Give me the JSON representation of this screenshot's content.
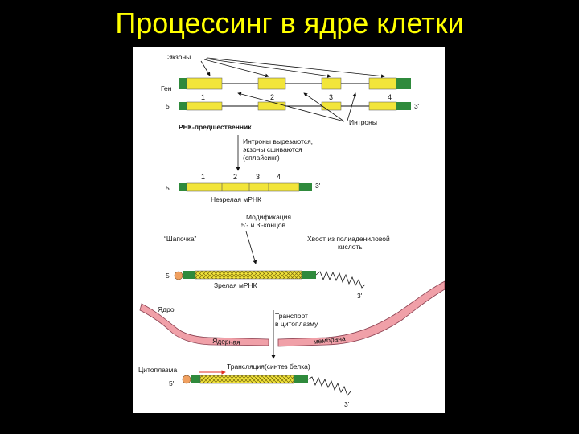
{
  "title": "Процессинг в ядре клетки",
  "diagram": {
    "exons_label": "Экзоны",
    "gene_label": "Ген",
    "five_prime": "5'",
    "three_prime": "3'",
    "exon_numbers": [
      "1",
      "2",
      "3",
      "4"
    ],
    "introns_label": "Интроны",
    "precursor_label": "РНК-предшественник",
    "splicing_line1": "Интроны вырезаются,",
    "splicing_line2": "экзоны сшиваются",
    "splicing_line3": "(сплайсинг)",
    "immature_label": "Незрелая мРНК",
    "modification_line1": "Модификация",
    "modification_line2": "5'- и 3'-концов",
    "cap_label": "“Шапочка”",
    "tail_line1": "Хвост из полиадениловой",
    "tail_line2": "кислоты",
    "mature_label": "Зрелая мРНК",
    "nucleus_label": "Ядро",
    "transport_line1": "Транспорт",
    "transport_line2": "в цитоплазму",
    "membrane_word1": "Ядерная",
    "membrane_word2": "мембрана",
    "cytoplasm_label": "Цитоплазма",
    "translation_label": "Трансляция(синтез белка)"
  },
  "colors": {
    "title": "#ffff00",
    "exon": "#f2e53a",
    "flank": "#2f8a3c",
    "membrane": "#f0a0a8",
    "cap": "#f0a060"
  }
}
